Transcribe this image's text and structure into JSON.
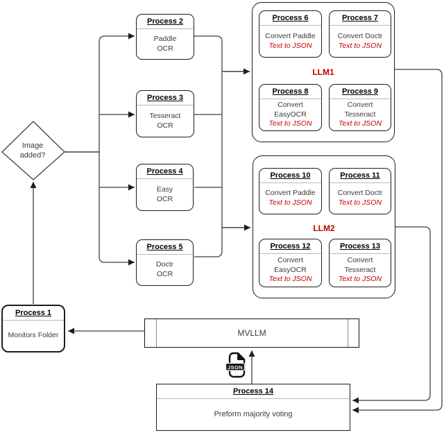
{
  "colors": {
    "accent_red": "#C00000",
    "line": "#3f3f3f"
  },
  "diamond": {
    "label": "Image\nadded?"
  },
  "ocr": {
    "p2": {
      "title": "Process 2",
      "body": "Paddle\nOCR"
    },
    "p3": {
      "title": "Process 3",
      "body": "Tesseract\nOCR"
    },
    "p4": {
      "title": "Process 4",
      "body": "Easy\nOCR"
    },
    "p5": {
      "title": "Process 5",
      "body": "Doctr\nOCR"
    }
  },
  "llm1": {
    "label": "LLM1",
    "processes": [
      {
        "title": "Process 6",
        "body": "Convert Paddle",
        "json_label": "Text to JSON"
      },
      {
        "title": "Process 7",
        "body": "Convert Doctr",
        "json_label": "Text to JSON"
      },
      {
        "title": "Process 8",
        "body": "Convert\nEasyOCR",
        "json_label": "Text to JSON"
      },
      {
        "title": "Process 9",
        "body": "Convert\nTesseract",
        "json_label": "Text to JSON"
      }
    ]
  },
  "llm2": {
    "label": "LLM2",
    "processes": [
      {
        "title": "Process 10",
        "body": "Convert Paddle",
        "json_label": "Text to JSON"
      },
      {
        "title": "Process 11",
        "body": "Convert Doctr",
        "json_label": "Text to JSON"
      },
      {
        "title": "Process 12",
        "body": "Convert\nEasyOCR",
        "json_label": "Text to JSON"
      },
      {
        "title": "Process 13",
        "body": "Convert\nTesseract",
        "json_label": "Text to JSON"
      }
    ]
  },
  "monitor": {
    "title": "Process 1",
    "body": "Monitors Folder"
  },
  "mvllm": {
    "label": "MVLLM"
  },
  "voting": {
    "title": "Process 14",
    "body": "Preform majority voting"
  },
  "file_icon": {
    "badge": "JSON"
  }
}
